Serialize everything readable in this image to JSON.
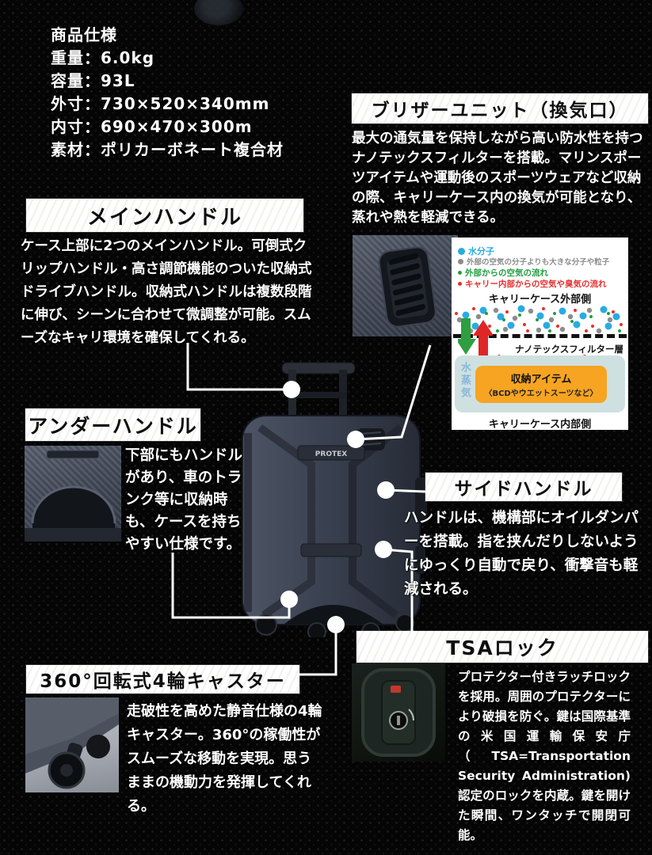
{
  "specs": {
    "title": "商品仕様",
    "lines": [
      "重量：6.0kg",
      "容量：93L",
      "外寸：730×520×340mm",
      "内寸：690×470×300m",
      "素材：ポリカーボネート複合材"
    ]
  },
  "sections": {
    "main_handle": {
      "title": "メインハンドル",
      "body": "ケース上部に2つのメインハンドル。可倒式クリップハンドル・高さ調節機能のついた収納式ドライブハンドル。収納式ハンドルは複数段階に伸び、シーンに合わせて微調整が可能。スムーズなキャリ環境を確保してくれる。"
    },
    "breather": {
      "title": "ブリザーユニット（換気口）",
      "body": "最大の通気量を保持しながら高い防水性を持つナノテックスフィルターを搭載。マリンスポーツアイテムや運動後のスポーツウェアなど収納の際、キャリーケース内の換気が可能となり、蒸れや熱を軽減できる。"
    },
    "under_handle": {
      "title": "アンダーハンドル",
      "body": "下部にもハンドルがあり、車のトランク等に収納時も、ケースを持ちやすい仕様です。"
    },
    "side_handle": {
      "title": "サイドハンドル",
      "body": "ハンドルは、機構部にオイルダンパーを搭載。指を挟んだりしないようにゆっくり自動で戻り、衝撃音も軽減される。"
    },
    "tsa_lock": {
      "title": "TSAロック",
      "body": "プロテクター付きラッチロックを採用。周囲のプロテクターにより破損を防ぐ。鍵は国際基準の米国運輸保安庁（TSA=Transportation Security Administration)認定のロックを内蔵。鍵を開けた瞬間、ワンタッチで開閉可能。"
    },
    "casters": {
      "title": "360°回転式4輪キャスター",
      "body": "走破性を高めた静音仕様の4輪キャスター。360°の稼働性がスムーズな移動を実現。思うままの機動力を発揮してくれる。"
    }
  },
  "diagram": {
    "legend": [
      {
        "label": "水分子",
        "color": "#29abe2"
      },
      {
        "label": "外部の空気の分子よりも大きな分子や粒子",
        "color": "#8c8c8c"
      },
      {
        "label": "外部からの空気の流れ",
        "color": "#1f9e40"
      },
      {
        "label": "キャリー内部からの空気や臭気の流れ",
        "color": "#e62e2e"
      }
    ],
    "outer_label": "キャリーケース外部側",
    "filter_label": "ナノテックスフィルター層",
    "vapor_label": "水蒸気",
    "item_title": "収納アイテム",
    "item_sub": "〈BCDやウエットスーツなど〉",
    "inner_label": "キャリーケース内部側",
    "colors": {
      "panel": "#ffffff",
      "inner_zone": "#cfe0e1",
      "item_box": "#f6a421",
      "arrow_down": "#2e9e40",
      "arrow_up": "#e02525"
    }
  },
  "product": {
    "logo": "PROTEX"
  }
}
